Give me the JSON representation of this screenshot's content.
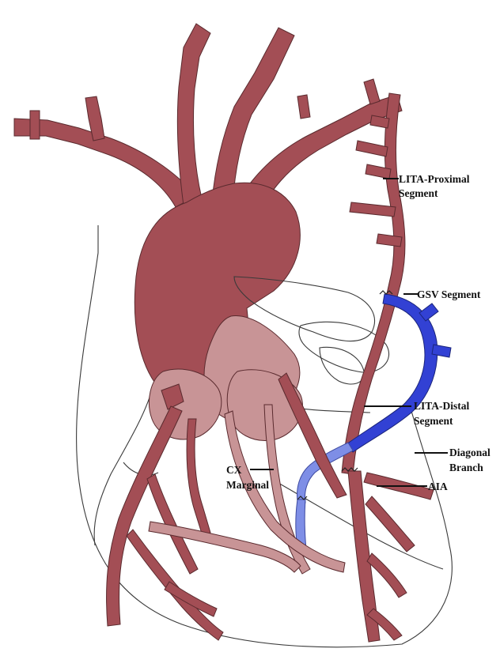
{
  "colors": {
    "artery": "#a34e55",
    "artery_light": "#c89496",
    "artery_pale": "#d8b5b6",
    "gsv_dark": "#3241d4",
    "gsv_light": "#7e8ee6",
    "outline": "#3a3a3a",
    "background": "#ffffff"
  },
  "labels": {
    "lita_proximal_line1": "LITA-Proximal",
    "lita_proximal_line2": "Segment",
    "gsv_segment": "GSV Segment",
    "lita_distal_line1": "LITA-Distal",
    "lita_distal_line2": "Segment",
    "diagonal_line1": "Diagonal",
    "diagonal_line2": "Branch",
    "cx_line1": "CX",
    "cx_line2": "Marginal",
    "aia": "AIA"
  }
}
